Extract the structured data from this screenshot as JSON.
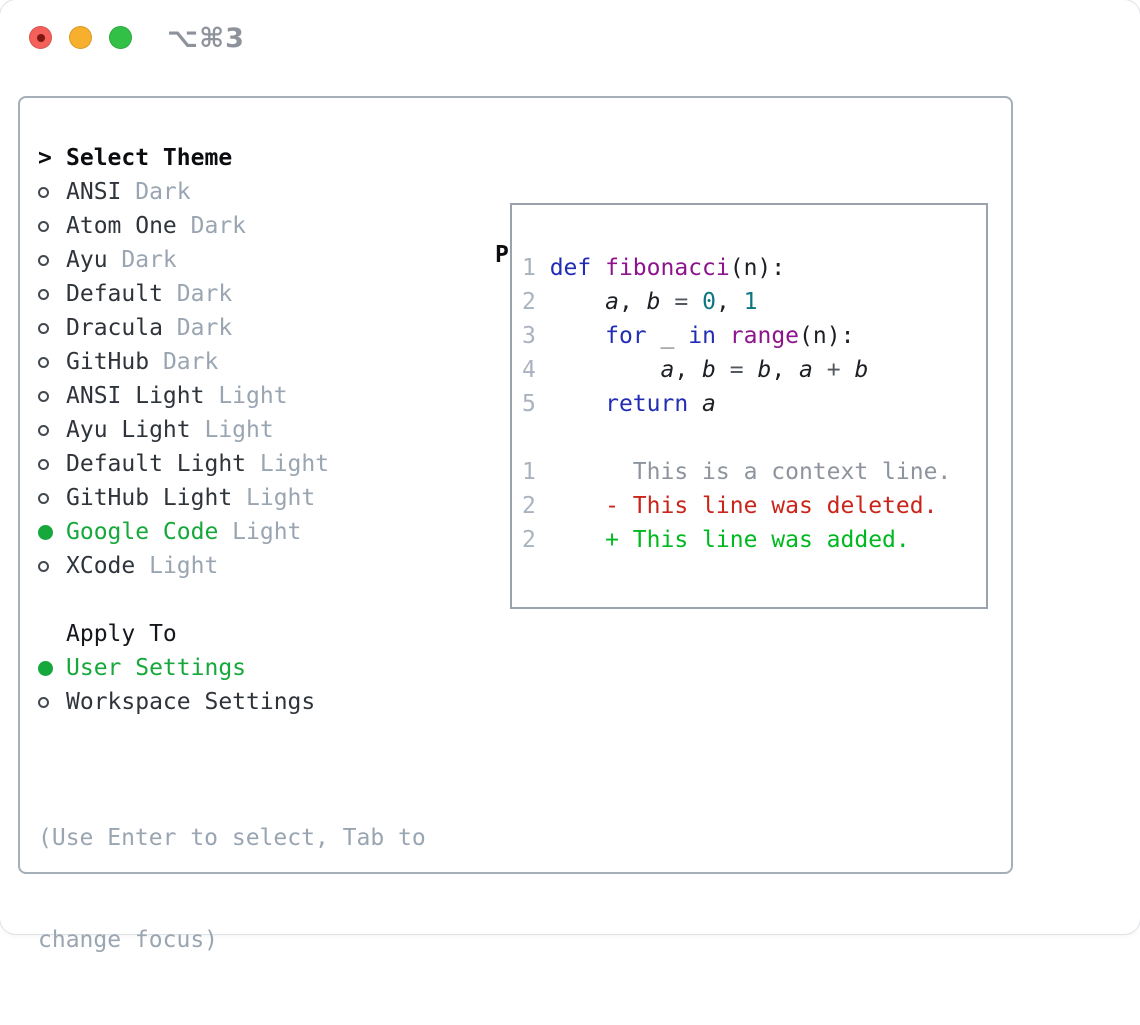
{
  "window": {
    "title": "⌥⌘3"
  },
  "titlebar": {
    "close_label": "close",
    "minimize_label": "minimize",
    "zoom_label": "zoom"
  },
  "theme_panel": {
    "cursor": ">",
    "header": "Select Theme",
    "themes": [
      {
        "name": "ANSI",
        "variant": "Dark",
        "selected": false
      },
      {
        "name": "Atom One",
        "variant": "Dark",
        "selected": false
      },
      {
        "name": "Ayu",
        "variant": "Dark",
        "selected": false
      },
      {
        "name": "Default",
        "variant": "Dark",
        "selected": false
      },
      {
        "name": "Dracula",
        "variant": "Dark",
        "selected": false
      },
      {
        "name": "GitHub",
        "variant": "Dark",
        "selected": false
      },
      {
        "name": "ANSI Light",
        "variant": "Light",
        "selected": false
      },
      {
        "name": "Ayu Light",
        "variant": "Light",
        "selected": false
      },
      {
        "name": "Default Light",
        "variant": "Light",
        "selected": false
      },
      {
        "name": "GitHub Light",
        "variant": "Light",
        "selected": false
      },
      {
        "name": "Google Code",
        "variant": "Light",
        "selected": true
      },
      {
        "name": "XCode",
        "variant": "Light",
        "selected": false
      }
    ],
    "apply_to": {
      "label": "Apply To",
      "options": [
        {
          "label": "User Settings",
          "selected": true
        },
        {
          "label": "Workspace Settings",
          "selected": false
        }
      ]
    },
    "help": [
      "(Use Enter to select, Tab to",
      "change focus)"
    ]
  },
  "preview": {
    "title": "Preview",
    "lines": [
      {
        "num": "1",
        "segments": [
          [
            "def",
            "kw"
          ],
          [
            " ",
            "pl"
          ],
          [
            "fibonacci",
            "fn"
          ],
          [
            "(n):",
            "pl"
          ]
        ]
      },
      {
        "num": "2",
        "segments": [
          [
            "    ",
            "pl"
          ],
          [
            "a",
            "va"
          ],
          [
            ", ",
            "pl"
          ],
          [
            "b",
            "va"
          ],
          [
            " ",
            "pl"
          ],
          [
            "=",
            "op"
          ],
          [
            " ",
            "pl"
          ],
          [
            "0",
            "nu"
          ],
          [
            ", ",
            "pl"
          ],
          [
            "1",
            "nu"
          ]
        ]
      },
      {
        "num": "3",
        "segments": [
          [
            "    ",
            "pl"
          ],
          [
            "for",
            "kw"
          ],
          [
            " ",
            "pl"
          ],
          [
            "_",
            "op"
          ],
          [
            " ",
            "pl"
          ],
          [
            "in",
            "kw"
          ],
          [
            " ",
            "pl"
          ],
          [
            "range",
            "fn"
          ],
          [
            "(n):",
            "pl"
          ]
        ]
      },
      {
        "num": "4",
        "segments": [
          [
            "        ",
            "pl"
          ],
          [
            "a",
            "va"
          ],
          [
            ", ",
            "pl"
          ],
          [
            "b",
            "va"
          ],
          [
            " ",
            "pl"
          ],
          [
            "=",
            "op"
          ],
          [
            " ",
            "pl"
          ],
          [
            "b",
            "va"
          ],
          [
            ", ",
            "pl"
          ],
          [
            "a",
            "va"
          ],
          [
            " ",
            "pl"
          ],
          [
            "+",
            "op"
          ],
          [
            " ",
            "pl"
          ],
          [
            "b",
            "va"
          ]
        ]
      },
      {
        "num": "5",
        "segments": [
          [
            "    ",
            "pl"
          ],
          [
            "return",
            "kw"
          ],
          [
            " ",
            "pl"
          ],
          [
            "a",
            "va"
          ]
        ]
      },
      {
        "num": "",
        "segments": []
      },
      {
        "num": "1",
        "segments": [
          [
            "      This is a context line.",
            "ctx"
          ]
        ]
      },
      {
        "num": "2",
        "segments": [
          [
            "    - This line was deleted.",
            "del"
          ]
        ]
      },
      {
        "num": "2",
        "segments": [
          [
            "    + This line was added.",
            "add"
          ]
        ]
      }
    ]
  },
  "colors": {
    "accent_green": "#17a83c",
    "added_green": "#00b81f",
    "deleted_red": "#c9251a",
    "keyword_blue": "#222db4",
    "function_purple": "#8c148c",
    "number_teal": "#0d7680",
    "muted_gray": "#9aa5b2",
    "traffic_red": "#f4615a",
    "traffic_yellow": "#f6b02d",
    "traffic_green": "#32c146"
  }
}
